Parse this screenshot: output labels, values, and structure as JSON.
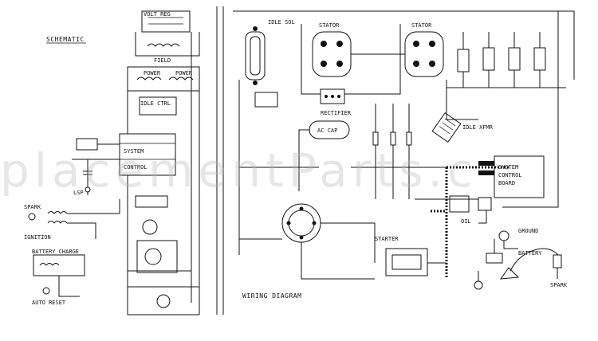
{
  "headings": {
    "schematic": "SCHEMATIC",
    "wiring": "WIRING DIAGRAM"
  },
  "watermark": "placementParts.c",
  "colors": {
    "ink": "#111111",
    "background": "#ffffff",
    "watermark": "#b8b8b8"
  }
}
